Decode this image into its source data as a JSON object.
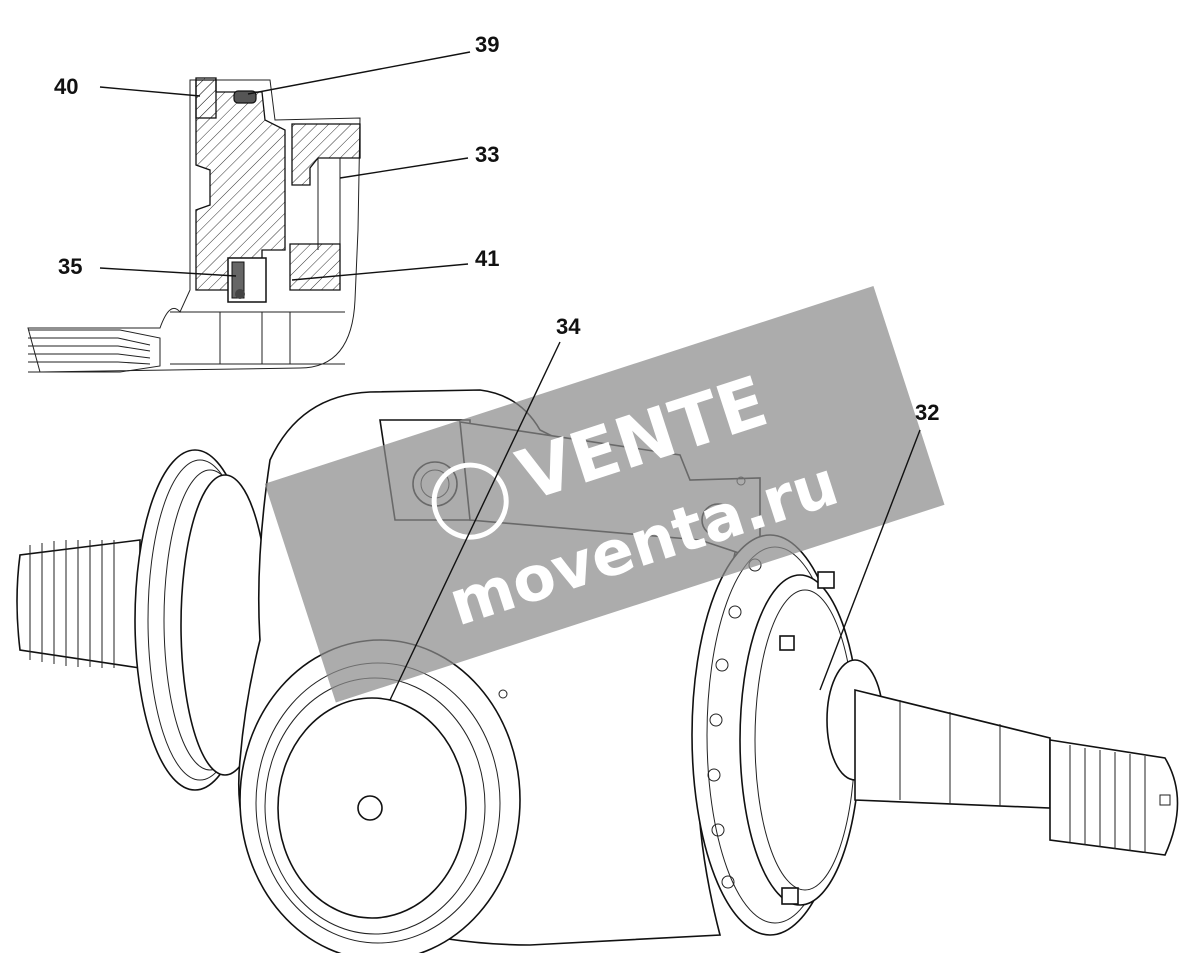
{
  "callouts": {
    "c39": "39",
    "c40": "40",
    "c33": "33",
    "c35": "35",
    "c41": "41",
    "c34": "34",
    "c32": "32"
  },
  "watermark": {
    "line1": "VENTE",
    "line2": "moventa.ru",
    "band_color": "#8c8c8c"
  }
}
